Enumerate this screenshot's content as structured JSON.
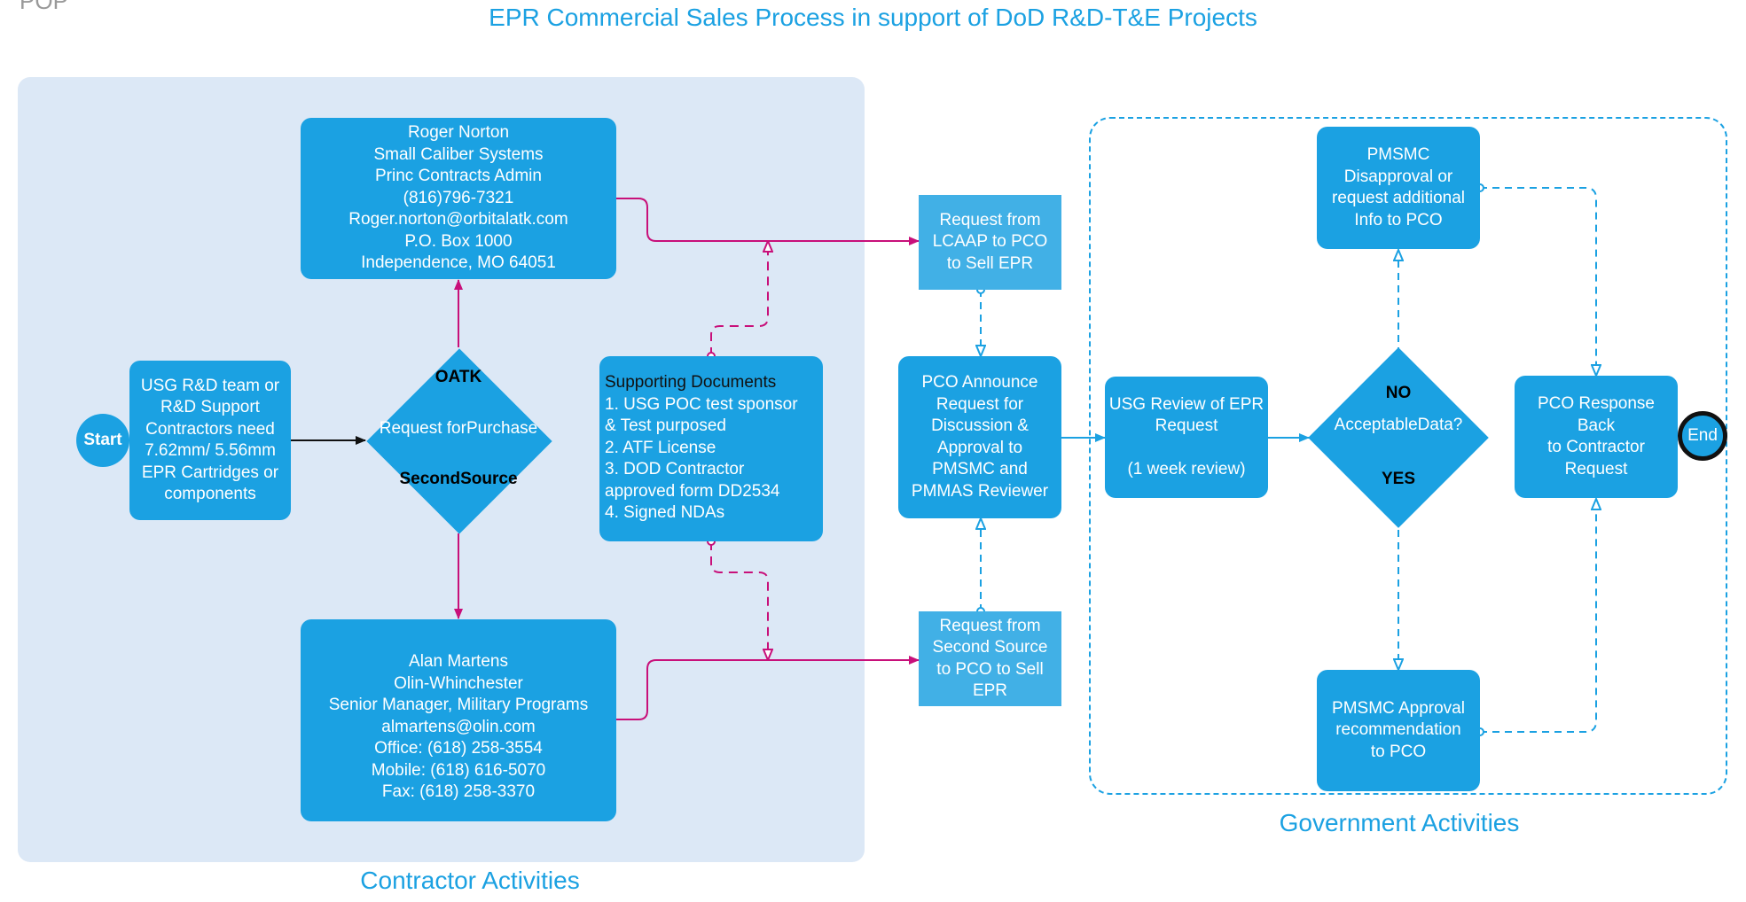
{
  "title": "EPR Commercial Sales Process in support of DoD R&D-T&E Projects",
  "corner_text": "POP",
  "areas": {
    "contractor": "Contractor Activities",
    "government": "Government Activities"
  },
  "nodes": {
    "start": "Start",
    "end": "End",
    "usg_team": [
      "USG R&D team or",
      "R&D Support",
      "Contractors need",
      "7.62mm/ 5.56mm",
      "EPR Cartridges or",
      "components"
    ],
    "decision_purchase": {
      "top": "OATK",
      "middle": [
        "Request for",
        "Purchase"
      ],
      "bottom": [
        "Second",
        "Source"
      ]
    },
    "roger": [
      "Roger Norton",
      "Small Caliber Systems",
      "Princ Contracts Admin",
      "(816)796-7321",
      "Roger.norton@orbitalatk.com",
      "P.O. Box 1000",
      "Independence, MO 64051"
    ],
    "alan": [
      "Alan Martens",
      "Olin-Whinchester",
      "Senior Manager, Military Programs",
      "almartens@olin.com",
      "Office: (618) 258-3554",
      "Mobile: (618) 616-5070",
      "Fax: (618) 258-3370"
    ],
    "supporting_docs": [
      "Supporting Documents",
      "1. USG POC test sponsor",
      "& Test purposed",
      "2. ATF License",
      "3. DOD Contractor",
      "approved form DD2534",
      "4. Signed NDAs"
    ],
    "lcaap_request": [
      "Request from",
      "LCAAP to PCO",
      "to Sell EPR"
    ],
    "second_source_request": [
      "Request from",
      "Second Source",
      "to PCO to Sell",
      "EPR"
    ],
    "pco_announce": [
      "PCO Announce",
      "Request for",
      "Discussion &",
      "Approval to",
      "PMSMC and",
      "PMMAS Reviewer"
    ],
    "usg_review": [
      "USG Review of EPR",
      "Request",
      "",
      "(1 week review)"
    ],
    "decision_data": {
      "top": "NO",
      "middle": [
        "Acceptable",
        "Data?"
      ],
      "bottom": "YES"
    },
    "pmsmc_disapproval": [
      "PMSMC",
      "Disapproval or",
      "request additional",
      "Info to PCO"
    ],
    "pmsmc_approval": [
      "PMSMC Approval",
      "recommendation",
      "to PCO"
    ],
    "pco_response": [
      "PCO Response",
      "Back",
      "to Contractor",
      "Request"
    ]
  },
  "colors": {
    "primary": "#1ba1e2",
    "light_box": "#41b0e6",
    "contractor_bg": "#dce8f6",
    "magenta": "#c8107a",
    "black": "#111111"
  }
}
